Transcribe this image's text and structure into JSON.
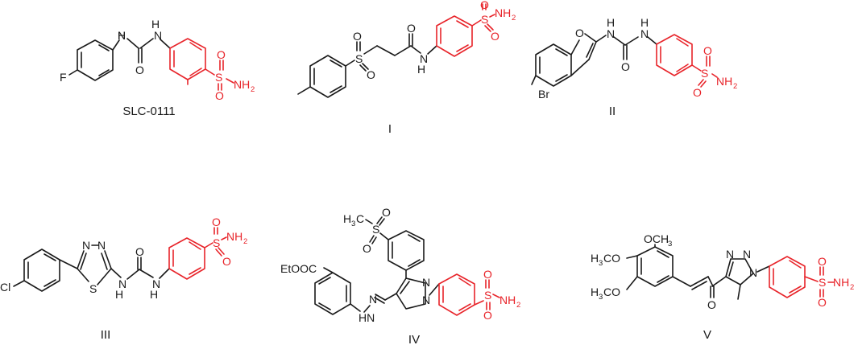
{
  "figure": {
    "compounds": [
      {
        "id": "slc",
        "label": "SLC-0111"
      },
      {
        "id": "c1",
        "label": "I"
      },
      {
        "id": "c2",
        "label": "II"
      },
      {
        "id": "c3",
        "label": "III"
      },
      {
        "id": "c4",
        "label": "IV"
      },
      {
        "id": "c5",
        "label": "V"
      }
    ],
    "atoms": {
      "F": "F",
      "Br": "Br",
      "Cl": "Cl",
      "N": "N",
      "NH": "NH",
      "HN": "HN",
      "H": "H",
      "O": "O",
      "S": "S",
      "NH2_main": "NH",
      "sub2": "2",
      "H3C": "H",
      "sub3": "3",
      "C": "C",
      "EtOOC": "EtOOC",
      "OCH3": "OCH",
      "H3CO": "H",
      "CO": "CO"
    },
    "colors": {
      "sulfonamide": "#e8242a",
      "bond": "#1a1a1a"
    }
  }
}
